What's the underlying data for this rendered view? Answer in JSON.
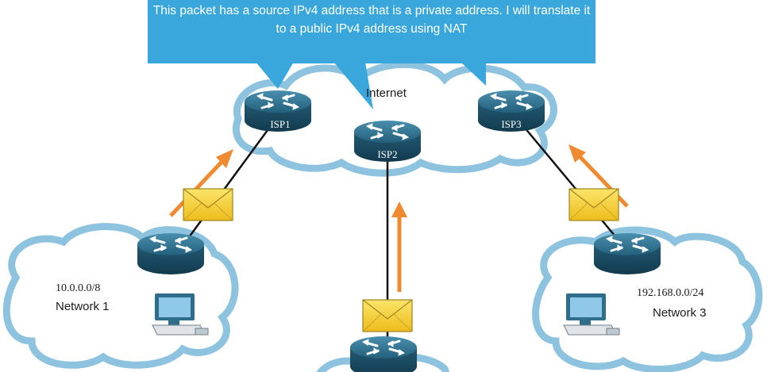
{
  "callout": {
    "text": "This packet has a source IPv4 address that is a private address. I will translate it to a public IPv4 address using NAT"
  },
  "internet": {
    "label": "Internet"
  },
  "routers": {
    "isp1": {
      "label": "ISP1"
    },
    "isp2": {
      "label": "ISP2"
    },
    "isp3": {
      "label": "ISP3"
    }
  },
  "network1": {
    "address": "10.0.0.0/8",
    "name": "Network 1"
  },
  "network3": {
    "address": "192.168.0.0/24",
    "name": "Network 3"
  },
  "colors": {
    "callout": "#3aa7dc",
    "cloud_line": "#8ec3df",
    "cloud_fill": "#ffffff",
    "router_top": "#2f6d8a",
    "router_side": "#1c4e66",
    "arrow": "#f08a30",
    "envelope": "#f5d33a"
  },
  "icons": [
    "router-icon",
    "pc-icon",
    "envelope-icon",
    "arrow-icon",
    "cloud-icon"
  ]
}
